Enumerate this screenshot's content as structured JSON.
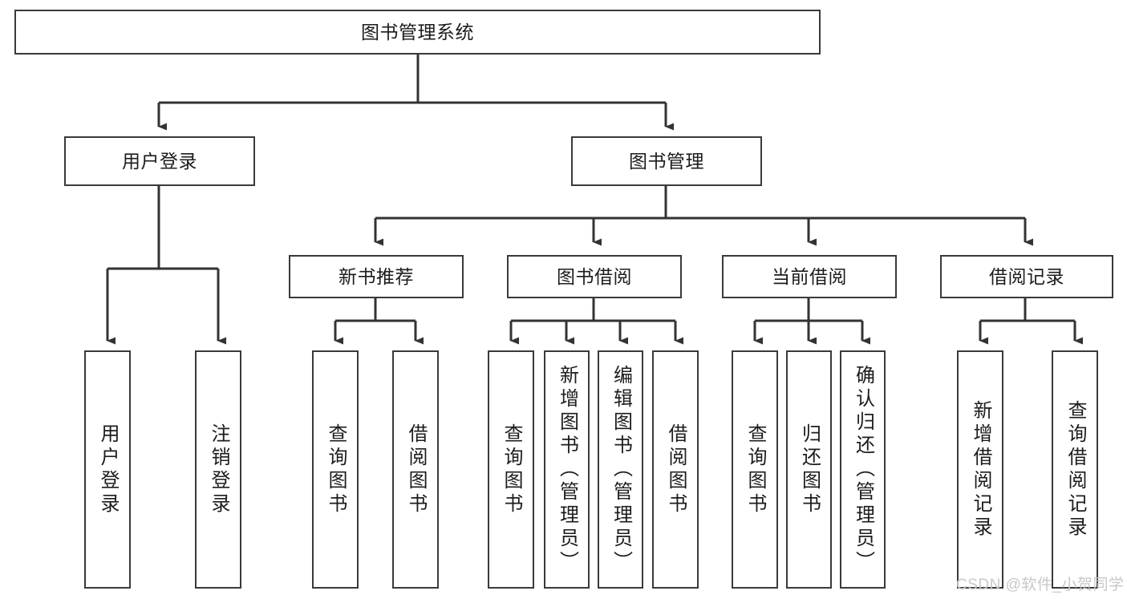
{
  "diagram": {
    "type": "tree",
    "title": "图书管理系统",
    "watermark": "CSDN @软件_小贺同学",
    "colors": {
      "box_border": "#3a3a3a",
      "box_fill": "#ffffff",
      "connector": "#333333",
      "text": "#1c1c1c",
      "watermark": "#c8c8c8",
      "background": "#ffffff"
    },
    "nodes": {
      "root": {
        "label": "图书管理系统"
      },
      "level2": [
        {
          "label": "用户登录"
        },
        {
          "label": "图书管理"
        }
      ],
      "level3": [
        {
          "label": "新书推荐"
        },
        {
          "label": "图书借阅"
        },
        {
          "label": "当前借阅"
        },
        {
          "label": "借阅记录"
        }
      ],
      "leaves": {
        "user_login": [
          {
            "label": "用户登录"
          },
          {
            "label": "注销登录"
          }
        ],
        "new_book_recommend": [
          {
            "label": "查询图书"
          },
          {
            "label": "借阅图书"
          }
        ],
        "book_borrow": [
          {
            "label": "查询图书"
          },
          {
            "label": "新增图书（管理员）"
          },
          {
            "label": "编辑图书（管理员）"
          },
          {
            "label": "借阅图书"
          }
        ],
        "current_borrow": [
          {
            "label": "查询图书"
          },
          {
            "label": "归还图书"
          },
          {
            "label": "确认归还（管理员）"
          }
        ],
        "borrow_record": [
          {
            "label": "新增借阅记录"
          },
          {
            "label": "查询借阅记录"
          }
        ]
      }
    }
  }
}
